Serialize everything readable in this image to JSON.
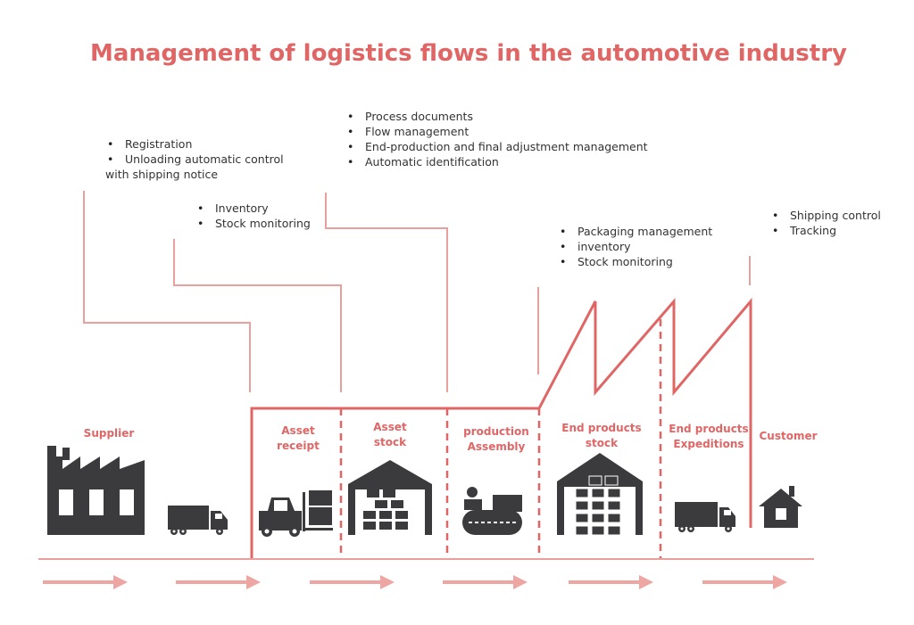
{
  "title": "Management of logistics flows in the automotive industry",
  "colors": {
    "accent": "#e06666",
    "line": "#e9a09c",
    "arrow": "#eda6a2",
    "icon": "#3b3b3d",
    "text": "#333333"
  },
  "notes": {
    "supplier_side": {
      "items": [
        "Registration",
        "Unloading automatic control"
      ],
      "continuation": "with shipping notice"
    },
    "inventory": {
      "items": [
        "Inventory",
        "Stock monitoring"
      ]
    },
    "production": {
      "items": [
        "Process documents",
        "Flow management",
        "End-production and final adjustment management",
        "Automatic identification"
      ]
    },
    "packaging": {
      "items": [
        "Packaging management",
        "inventory",
        "Stock monitoring"
      ]
    },
    "shipping": {
      "items": [
        "Shipping control",
        "Tracking"
      ]
    }
  },
  "stages": {
    "supplier": "Supplier",
    "asset_receipt_1": "Asset",
    "asset_receipt_2": "receipt",
    "asset_stock_1": "Asset",
    "asset_stock_2": "stock",
    "production_1": "production",
    "production_2": "Assembly",
    "end_stock_1": "End products",
    "end_stock_2": "stock",
    "expeditions_1": "End products",
    "expeditions_2": "Expeditions",
    "customer": "Customer"
  },
  "icons": {
    "factory": "factory-icon",
    "truck": "truck-icon",
    "forklift": "forklift-icon",
    "warehouse": "warehouse-icon",
    "assembly": "assembly-conveyor-icon",
    "home": "home-icon",
    "arrow": "flow-arrow-icon"
  }
}
